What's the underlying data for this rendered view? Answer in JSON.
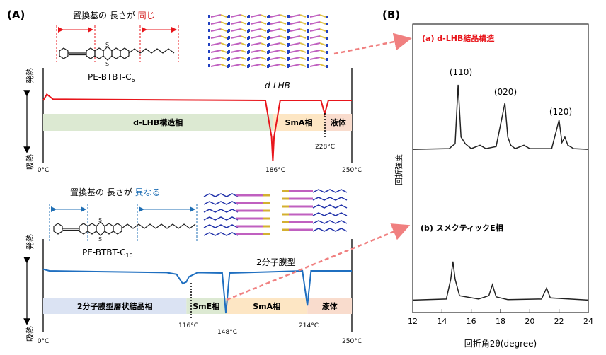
{
  "panel_a": {
    "label": "(A)",
    "top": {
      "heading_prefix": "置換基の 長さが ",
      "heading_emph": "同じ",
      "heading_emph_color": "#d42020",
      "molecule_name": "PE-BTBT-C",
      "molecule_subscript": "6",
      "structure_image_label": "d-LHB",
      "y_label_exo": "発熱",
      "y_label_endo": "吸熱",
      "curve_color": "#e8151b",
      "x_start_label": "0°C",
      "x_end_label": "250°C",
      "peak_labels": [
        "186°C",
        "228°C"
      ],
      "phases": [
        {
          "label": "d-LHB構造相",
          "color": "#dce9d2"
        },
        {
          "label": "SmA相",
          "color": "#fde6c4"
        },
        {
          "label": "液体",
          "color": "#f9dccd"
        }
      ]
    },
    "bottom": {
      "heading_prefix": "置換基の 長さが ",
      "heading_emph": "異なる",
      "heading_emph_color": "#1f6fb5",
      "molecule_name": "PE-BTBT-C",
      "molecule_subscript": "10",
      "structure_image_label": "2分子膜型",
      "y_label_exo": "発熱",
      "y_label_endo": "吸熱",
      "curve_color": "#1f6fc0",
      "x_start_label": "0°C",
      "x_end_label": "250°C",
      "peak_labels": [
        "116°C",
        "148°C",
        "214°C"
      ],
      "phases": [
        {
          "label": "2分子膜型層状結晶相",
          "color": "#dbe3f3"
        },
        {
          "label": "SmE相",
          "color": "#dce9d2"
        },
        {
          "label": "SmA相",
          "color": "#fde6c4"
        },
        {
          "label": "液体",
          "color": "#f9dccd"
        }
      ]
    }
  },
  "panel_b": {
    "label": "(B)",
    "y_label": "回折強度",
    "x_label": "回折角2θ(degree)",
    "x_ticks": [
      "12",
      "14",
      "16",
      "18",
      "20",
      "22",
      "24"
    ],
    "trace_a_label": "(a) d-LHB結晶構造",
    "trace_a_color": "#e8151b",
    "trace_b_label": "(b) スメクティックE相",
    "peak_annotations": [
      "(110)",
      "(020)",
      "(120)"
    ]
  },
  "chart_data": [
    {
      "type": "line",
      "title": "PE-BTBT-C6",
      "xlabel": "",
      "ylabel": "発熱 / 吸熱",
      "xlim": [
        0,
        250
      ],
      "series": [
        {
          "values": [
            [
              0,
              0
            ],
            [
              3,
              0.1
            ],
            [
              8,
              0.02
            ],
            [
              180,
              0
            ],
            [
              185,
              -0.6
            ],
            [
              186,
              -1.0
            ],
            [
              187,
              -0.6
            ],
            [
              192,
              0
            ],
            [
              225,
              0
            ],
            [
              228,
              -0.22
            ],
            [
              231,
              0
            ],
            [
              250,
              0
            ]
          ]
        }
      ],
      "peaks": [
        186,
        228
      ],
      "phase_boundaries": [
        186,
        228
      ]
    },
    {
      "type": "line",
      "title": "PE-BTBT-C10",
      "xlabel": "",
      "ylabel": "発熱 / 吸熱",
      "xlim": [
        0,
        250
      ],
      "series": [
        {
          "values": [
            [
              0,
              0.04
            ],
            [
              5,
              0
            ],
            [
              100,
              -0.04
            ],
            [
              108,
              -0.08
            ],
            [
              113,
              -0.3
            ],
            [
              116,
              -0.26
            ],
            [
              118,
              -0.14
            ],
            [
              125,
              -0.04
            ],
            [
              145,
              -0.05
            ],
            [
              148,
              -1.0
            ],
            [
              151,
              -0.05
            ],
            [
              210,
              0
            ],
            [
              214,
              -0.82
            ],
            [
              217,
              0
            ],
            [
              250,
              0
            ]
          ]
        }
      ],
      "peaks": [
        116,
        148,
        214
      ],
      "phase_boundaries": [
        116,
        148,
        214
      ]
    },
    {
      "type": "line",
      "title": "(a) d-LHB結晶構造",
      "xlabel": "回折角2θ(degree)",
      "ylabel": "回折強度",
      "xlim": [
        12,
        24
      ],
      "series": [
        {
          "values": [
            [
              12,
              0.02
            ],
            [
              14.5,
              0.03
            ],
            [
              14.7,
              0.07
            ],
            [
              14.9,
              0.1
            ],
            [
              15.1,
              0.97
            ],
            [
              15.3,
              0.2
            ],
            [
              15.6,
              0.1
            ],
            [
              16.0,
              0.03
            ],
            [
              16.6,
              0.08
            ],
            [
              17.0,
              0.03
            ],
            [
              17.7,
              0.06
            ],
            [
              18.3,
              0.7
            ],
            [
              18.5,
              0.2
            ],
            [
              18.7,
              0.08
            ],
            [
              19.0,
              0.03
            ],
            [
              19.6,
              0.08
            ],
            [
              20.0,
              0.03
            ],
            [
              21.5,
              0.03
            ],
            [
              22.0,
              0.45
            ],
            [
              22.2,
              0.12
            ],
            [
              22.4,
              0.2
            ],
            [
              22.6,
              0.08
            ],
            [
              23.0,
              0.03
            ],
            [
              24,
              0.02
            ]
          ]
        }
      ],
      "annotations": [
        {
          "x": 15.1,
          "label": "(110)"
        },
        {
          "x": 18.3,
          "label": "(020)"
        },
        {
          "x": 22.0,
          "label": "(120)"
        }
      ]
    },
    {
      "type": "line",
      "title": "(b) スメクティックE相",
      "xlabel": "回折角2θ(degree)",
      "ylabel": "回折強度",
      "xlim": [
        12,
        24
      ],
      "series": [
        {
          "values": [
            [
              12,
              0.02
            ],
            [
              14.3,
              0.04
            ],
            [
              14.6,
              0.4
            ],
            [
              14.75,
              0.72
            ],
            [
              14.9,
              0.4
            ],
            [
              15.2,
              0.1
            ],
            [
              16.5,
              0.04
            ],
            [
              17.2,
              0.1
            ],
            [
              17.45,
              0.3
            ],
            [
              17.7,
              0.08
            ],
            [
              18.5,
              0.03
            ],
            [
              20.8,
              0.04
            ],
            [
              21.15,
              0.24
            ],
            [
              21.4,
              0.06
            ],
            [
              24,
              0.02
            ]
          ]
        }
      ]
    }
  ]
}
